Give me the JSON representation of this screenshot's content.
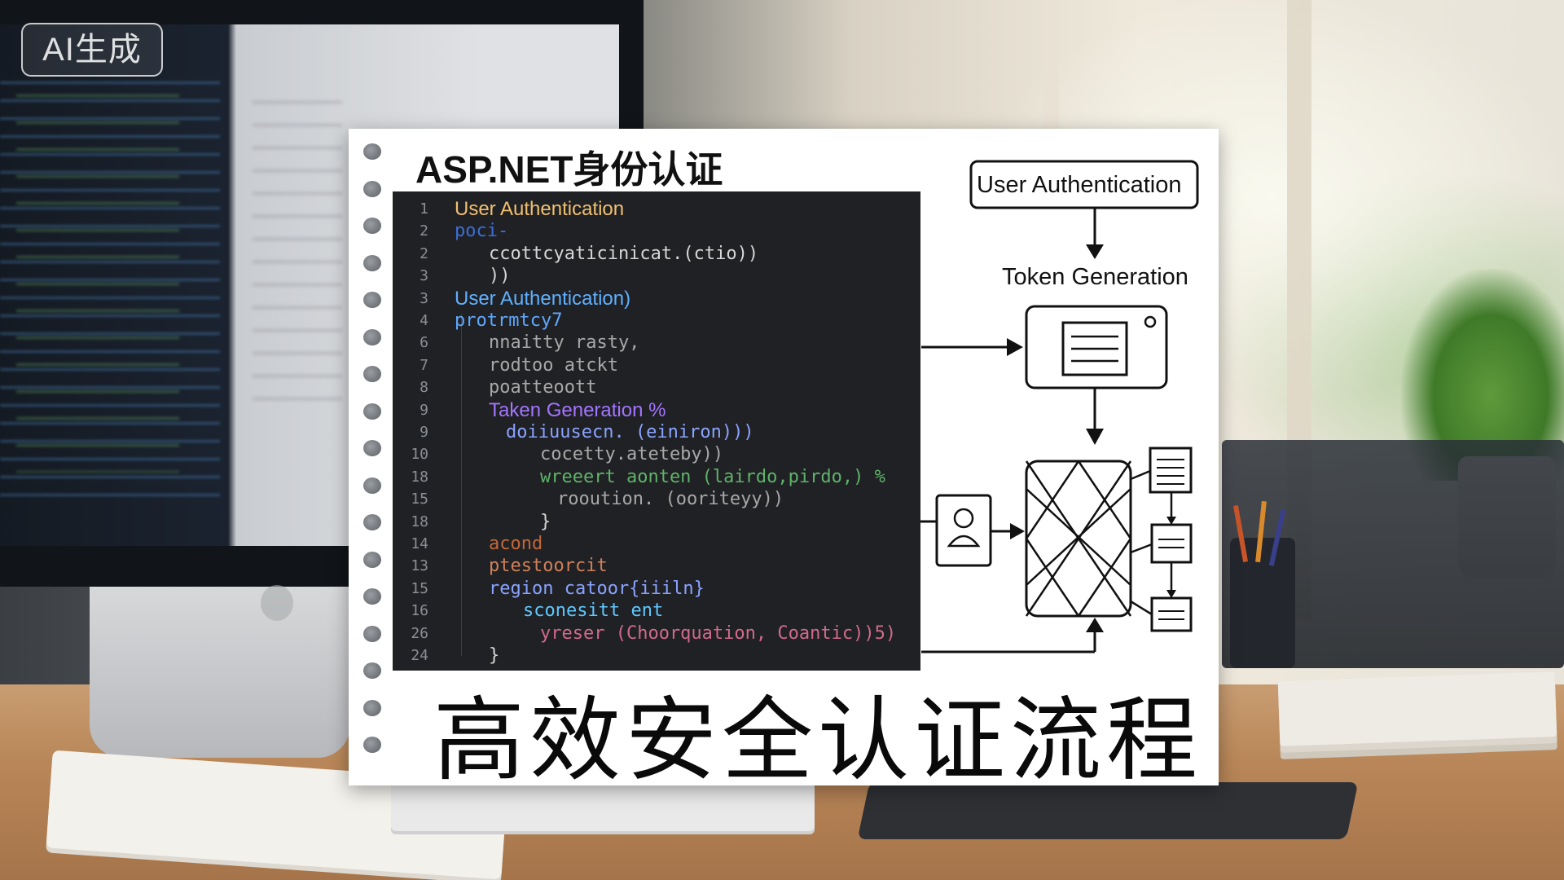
{
  "badge": {
    "label": "AI生成"
  },
  "card": {
    "title": "ASP.NET身份认证",
    "headline": "高效安全认证流程",
    "code_lines": [
      {
        "n": "1",
        "text": "User Authentication",
        "color": "#f0c070",
        "indent": 0,
        "font": "sans"
      },
      {
        "n": "2",
        "text": "poci-",
        "color": "#3a6fd8",
        "indent": 0,
        "font": "mono"
      },
      {
        "n": "2",
        "text": "ccottcyaticinicat.(ctio))",
        "color": "#d6d6d6",
        "indent": 2,
        "font": "mono"
      },
      {
        "n": "3",
        "text": "))",
        "color": "#d6d6d6",
        "indent": 2,
        "font": "mono"
      },
      {
        "n": "3",
        "text": "User Authentication)",
        "color": "#5fb0ff",
        "indent": 0,
        "font": "sans"
      },
      {
        "n": "4",
        "text": "protrmtcy7",
        "color": "#5fa8ff",
        "indent": 0,
        "font": "mono"
      },
      {
        "n": "6",
        "text": "nnaitty rasty,",
        "color": "#a8a8a8",
        "indent": 2,
        "font": "mono"
      },
      {
        "n": "7",
        "text": "rodtoo atckt",
        "color": "#a8a8a8",
        "indent": 2,
        "font": "mono"
      },
      {
        "n": "8",
        "text": "poatteoott",
        "color": "#a8a8a8",
        "indent": 2,
        "font": "mono"
      },
      {
        "n": "9",
        "text": "Taken Generation %",
        "color": "#a275ff",
        "indent": 2,
        "font": "sans"
      },
      {
        "n": "9",
        "text": "doiiuusecn. (einiron)))",
        "color": "#8aa3ff",
        "indent": 3,
        "font": "mono"
      },
      {
        "n": "10",
        "text": "cocetty.ateteby))",
        "color": "#a8a8a8",
        "indent": 5,
        "font": "mono"
      },
      {
        "n": "18",
        "text": "wreeert aonten (lairdo,pirdo,) %",
        "color": "#5fb36a",
        "indent": 5,
        "font": "mono"
      },
      {
        "n": "15",
        "text": "rooution. (ooriteyy))",
        "color": "#a8a8a8",
        "indent": 6,
        "font": "mono"
      },
      {
        "n": "18",
        "text": "}",
        "color": "#d6d6d6",
        "indent": 5,
        "font": "mono"
      },
      {
        "n": "14",
        "text": "acond",
        "color": "#c2683a",
        "indent": 2,
        "font": "mono"
      },
      {
        "n": "13",
        "text": "ptestoorcit",
        "color": "#d0805a",
        "indent": 2,
        "font": "mono"
      },
      {
        "n": "15",
        "text": "region catoor{iiiln}",
        "color": "#8aa3ff",
        "indent": 2,
        "font": "mono"
      },
      {
        "n": "16",
        "text": "sconesitt ent",
        "color": "#5fc8ff",
        "indent": 4,
        "font": "mono"
      },
      {
        "n": "26",
        "text": "yreser (Choorquation, Coantic))5)",
        "color": "#d06a8a",
        "indent": 5,
        "font": "mono"
      },
      {
        "n": "24",
        "text": "}",
        "color": "#d6d6d6",
        "indent": 2,
        "font": "mono"
      }
    ]
  },
  "flow": {
    "top_box_label": "User Authentication",
    "token_label": "Token Generation"
  },
  "colors": {
    "card_bg": "#ffffff",
    "code_bg": "#202124",
    "ink": "#111111"
  }
}
